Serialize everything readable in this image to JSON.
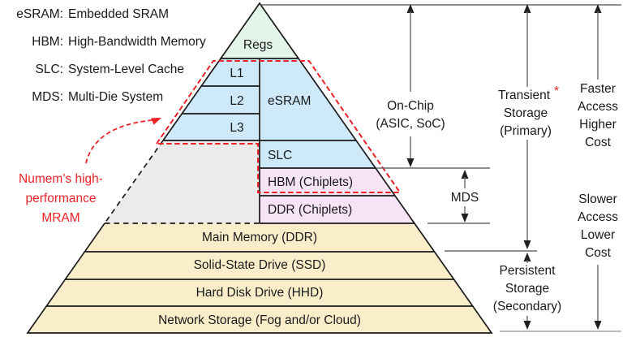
{
  "legend": {
    "items": [
      {
        "abbr": "eSRAM:",
        "definition": "Embedded SRAM"
      },
      {
        "abbr": "HBM:",
        "definition": "High-Bandwidth Memory"
      },
      {
        "abbr": "SLC:",
        "definition": "System-Level Cache"
      },
      {
        "abbr": "MDS:",
        "definition": "Multi-Die System"
      }
    ]
  },
  "pyramid": {
    "layers": {
      "regs": "Regs",
      "l1": "L1",
      "l2": "L2",
      "l3": "L3",
      "esram": "eSRAM",
      "slc": "SLC",
      "hbm": "HBM (Chiplets)",
      "ddr": "DDR (Chiplets)",
      "main_memory": "Main Memory (DDR)",
      "ssd": "Solid-State Drive (SSD)",
      "hdd": "Hard Disk Drive (HHD)",
      "network": "Network Storage (Fog and/or Cloud)"
    }
  },
  "callout": {
    "line1": "Numem’s high-",
    "line2": "performance",
    "line3": "MRAM"
  },
  "annotations": {
    "on_chip": {
      "line1": "On-Chip",
      "line2": "(ASIC, SoC)"
    },
    "mds": "MDS",
    "transient": {
      "word": "Transient",
      "asterisk": "*",
      "line2": "Storage",
      "line3": "(Primary)"
    },
    "persistent": {
      "line1": "Persistent",
      "line2": "Storage",
      "line3": "(Secondary)"
    },
    "faster": {
      "line1": "Faster",
      "line2": "Access",
      "line3": "Higher",
      "line4": "Cost"
    },
    "slower": {
      "line1": "Slower",
      "line2": "Access",
      "line3": "Lower",
      "line4": "Cost"
    }
  },
  "colors": {
    "regs_green": "#e3f4e9",
    "sram_blue": "#cde9fa",
    "chiplet_pink": "#f6e3f6",
    "offchip_gray": "#ebebeb",
    "storage_tan": "#faeeca",
    "outline_black": "#1a1a1a",
    "highlight_red": "#ec2227",
    "annotation_gray": "#6a6a6a"
  }
}
